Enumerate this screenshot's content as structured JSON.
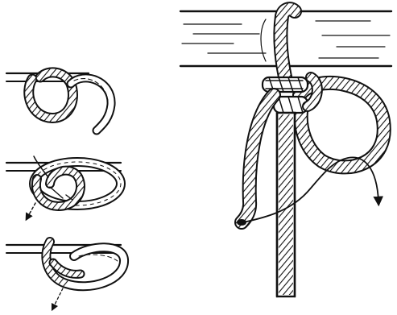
{
  "figure": {
    "kind": "knot-tying illustration",
    "panels": [
      {
        "id": "step-1"
      },
      {
        "id": "step-2"
      },
      {
        "id": "step-3"
      },
      {
        "id": "finished-knot"
      }
    ]
  },
  "colors": {
    "ink": "#111111",
    "paper": "#ffffff"
  }
}
